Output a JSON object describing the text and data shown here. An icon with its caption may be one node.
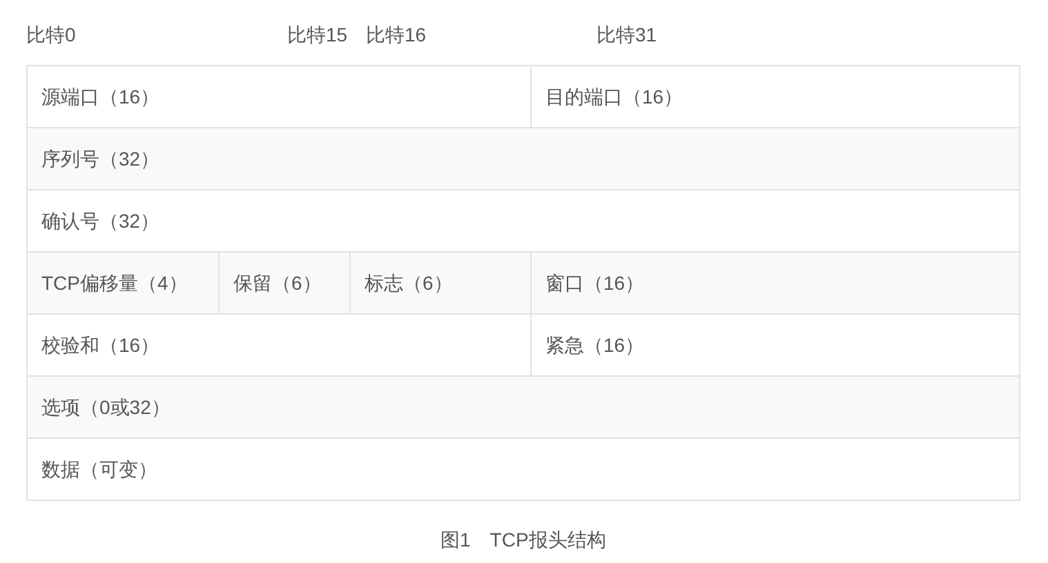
{
  "diagram": {
    "caption": "图1　TCP报头结构",
    "labels": [
      "比特0",
      "比特15",
      "比特16",
      "比特31",
      "源端口（16）",
      "目的端口（16）",
      "序列号（32）",
      "确认号（32）",
      "TCP偏移量（4）",
      "保留（6）",
      "标志（6）",
      "窗口（16）",
      "校验和（16）",
      "紧急（16）",
      "选项（0或32）",
      "数据（可变）"
    ]
  }
}
